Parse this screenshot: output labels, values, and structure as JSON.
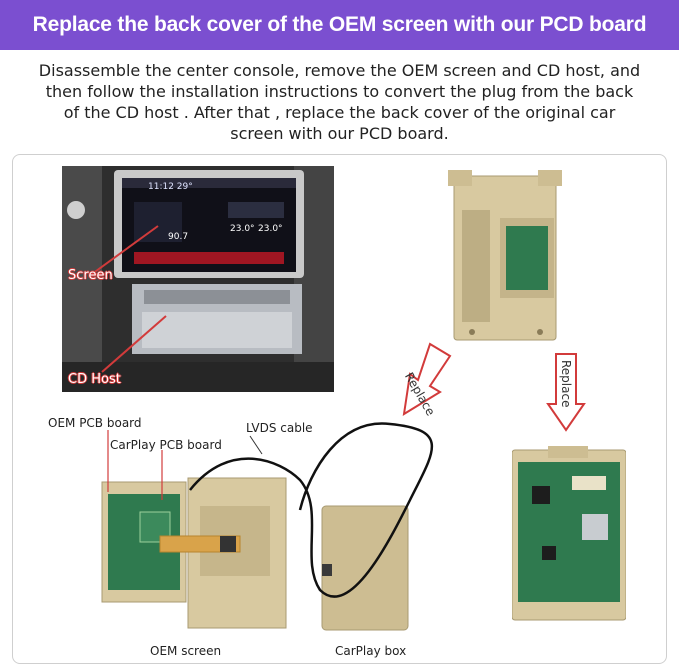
{
  "banner": {
    "title": "Replace the back cover of the OEM screen with our PCD board"
  },
  "intro": {
    "line1": "Disassemble the center console, remove the OEM screen and CD host, and",
    "line2": "then follow the installation instructions to convert the plug from the back",
    "line3": "of the CD host . After that , replace the back cover of the original car",
    "line4": "screen with our PCD board."
  },
  "photo": {
    "time": "11:12  29°",
    "freq": "90.7",
    "temp_left": "23.0°",
    "temp_right": "23.0°",
    "screen_label": "Screen",
    "cd_host_label": "CD Host"
  },
  "arrows": {
    "left_label": "Replace",
    "right_label": "Replace"
  },
  "labels": {
    "oem_pcb_board": "OEM PCB board",
    "carplay_pcb_board": "CarPlay PCB board",
    "lvds_cable": "LVDS cable",
    "oem_screen": "OEM screen",
    "carplay_box": "CarPlay box"
  },
  "colors": {
    "banner": "#7b4fd0",
    "arrow_red": "#d23b3b",
    "cover_beige": "#d8c9a0",
    "pcb_green": "#2f7a4f"
  }
}
